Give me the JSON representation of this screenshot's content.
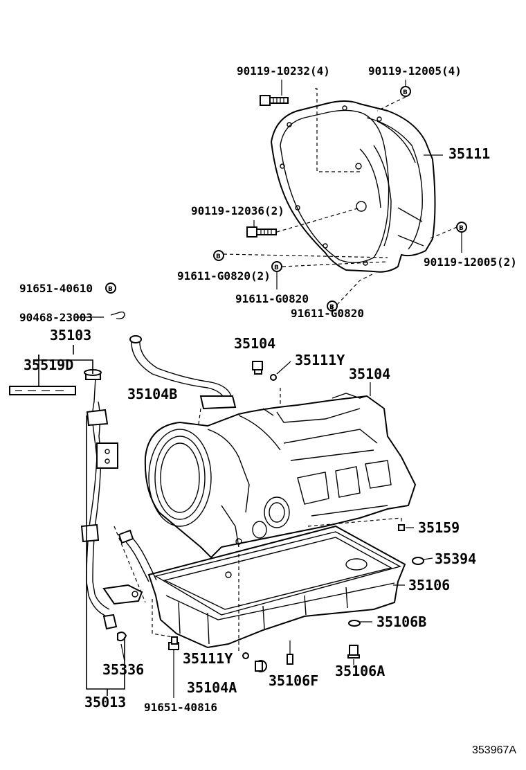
{
  "diagram_ref": "353967A",
  "labels": {
    "p90119_10232": "90119-10232(4)",
    "p90119_12005_4": "90119-12005(4)",
    "p35111": "35111",
    "p90119_12036": "90119-12036(2)",
    "p90119_12005_2": "90119-12005(2)",
    "p91611_g0820_2": "91611-G0820(2)",
    "p91611_g0820_a": "91611-G0820",
    "p91611_g0820_b": "91611-G0820",
    "p91651_40610": "91651-40610",
    "p90468_23003": "90468-23003",
    "p35103": "35103",
    "p35519d": "35519D",
    "p35104b": "35104B",
    "p35104_bolt": "35104",
    "p35111y_top": "35111Y",
    "p35104_case": "35104",
    "p35159": "35159",
    "p35394": "35394",
    "p35106": "35106",
    "p35106b": "35106B",
    "p35336": "35336",
    "p35111y_bot": "35111Y",
    "p35106a": "35106A",
    "p35104a": "35104A",
    "p35106f": "35106F",
    "p35013": "35013",
    "p91651_40816": "91651-40816"
  }
}
